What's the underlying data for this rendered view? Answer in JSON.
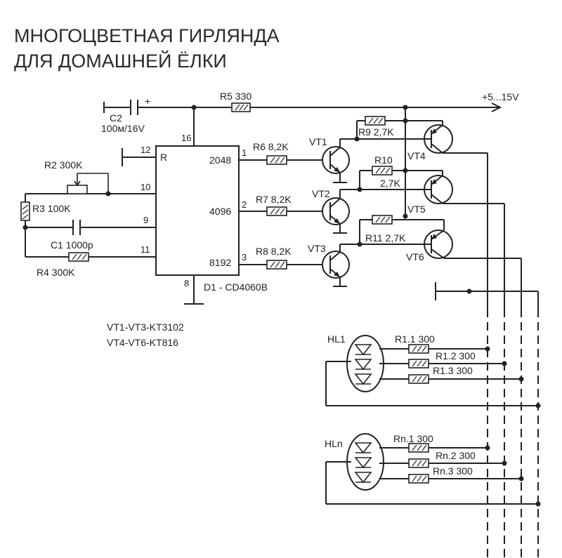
{
  "title": {
    "line1": "МНОГОЦВЕТНАЯ ГИРЛЯНДА",
    "line2": "ДЛЯ ДОМАШНЕЙ ЁЛКИ"
  },
  "supply": {
    "label": "+5...15V"
  },
  "ic": {
    "name": "D1 - CD4060B",
    "pin_reset": "R",
    "out1": "2048",
    "out2": "4096",
    "out3": "8192",
    "pin12": "12",
    "pin10": "10",
    "pin9": "9",
    "pin11": "11",
    "pin16": "16",
    "pin8": "8",
    "pin1": "1",
    "pin2": "2",
    "pin3": "3"
  },
  "components": {
    "c2_name": "C2",
    "c2_value": "100м/16V",
    "c2_plus": "+",
    "r5": "R5  330",
    "r2": "R2  300K",
    "r3": "R3 100K",
    "c1": "C1 1000p",
    "r4": "R4  300K",
    "r6": "R6  8,2K",
    "r7": "R7  8,2K",
    "r8": "R8  8,2K",
    "r9": "R9  2,7K",
    "r10a": "R10",
    "r10b": "2,7K",
    "r11": "R11  2,7K"
  },
  "transistors": {
    "vt1": "VT1",
    "vt2": "VT2",
    "vt3": "VT3",
    "vt4": "VT4",
    "vt5": "VT5",
    "vt6": "VT6"
  },
  "notes": {
    "line1": "VT1-VT3-KT3102",
    "line2": "VT4-VT6-KT816"
  },
  "led_groups": [
    {
      "name": "HL1",
      "r1": "R1.1  300",
      "r2": "R1.2  300",
      "r3": "R1.3  300"
    },
    {
      "name": "HLn",
      "r1": "Rn.1  300",
      "r2": "Rn.2  300",
      "r3": "Rn.3  300"
    }
  ]
}
